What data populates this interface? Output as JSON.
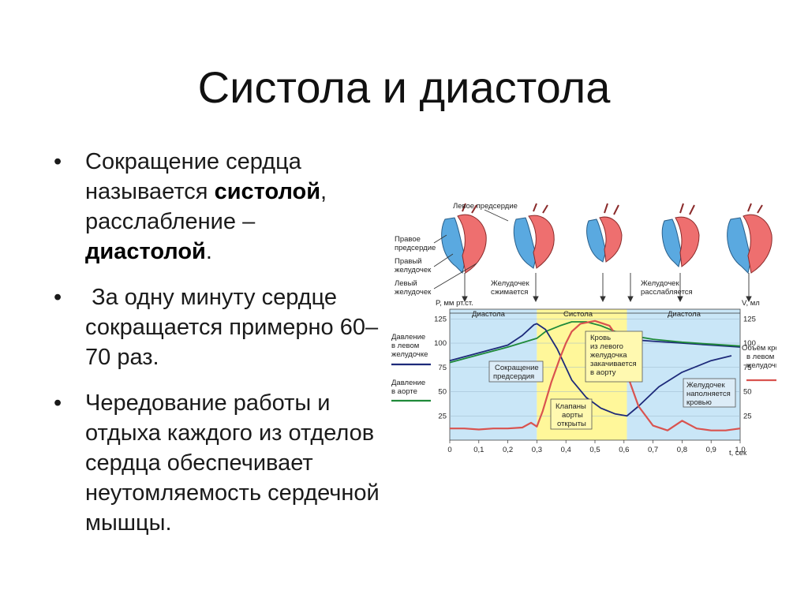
{
  "slide": {
    "title": "Систола и диастола",
    "bullets": [
      {
        "pre": "Сокращение сердца называется ",
        "b1": "систолой",
        "mid": ", расслабление – ",
        "b2": "диастолой",
        "post": "."
      },
      {
        "text": " За одну минуту сердце сокращается примерно 60–70 раз."
      },
      {
        "text": "Чередование работы и отдыха каждого из отделов сердца обеспечивает неутомляемость сердечной мышцы."
      }
    ],
    "bullet_glyph": "•"
  },
  "figure": {
    "top_labels": {
      "left_atrium": "Левое предсердие",
      "right_atrium": [
        "Правое",
        "предсердие"
      ],
      "right_ventricle": [
        "Правый",
        "желудочек"
      ],
      "left_ventricle": [
        "Левый",
        "желудочек"
      ],
      "ventricle_contracts": [
        "Желудочек",
        "сжимается"
      ],
      "ventricle_relaxes": [
        "Желудочек",
        "расслабляется"
      ]
    },
    "left_axis_label": "P, мм рт.ст.",
    "right_axis_label": "V, мл",
    "x_axis_label": "t, сек",
    "phase_labels": [
      "Диастола",
      "Систола",
      "Диастола"
    ],
    "left_legend": {
      "lv_pressure": [
        "Давление",
        "в левом",
        "желудочке"
      ],
      "aortic_pressure": [
        "Давление",
        "в аорте"
      ]
    },
    "right_legend": {
      "lv_volume": [
        "Объём крови",
        "в левом",
        "желудочке"
      ]
    },
    "annotations": {
      "atrial_contraction": [
        "Сокращение",
        "предсердия"
      ],
      "valves_open": [
        "Клапаны",
        "аорты",
        "открыты"
      ],
      "ejection": [
        "Кровь",
        "из левого",
        "желудочка",
        "закачивается",
        "в аорту"
      ],
      "filling": [
        "Желудочек",
        "наполняется",
        "кровью"
      ]
    },
    "colors": {
      "diastole_bg": "#c9e6f7",
      "systole_bg": "#fff79a",
      "lv_pressure": "#d9534f",
      "aortic_pressure": "#1f8a3a",
      "lv_volume": "#1d2a7a",
      "heart_blue": "#5aa9e0",
      "heart_red": "#ee6f6f"
    }
  },
  "chart_data": {
    "type": "line",
    "x_ticks": [
      "0",
      "0,1",
      "0,2",
      "0,3",
      "0,4",
      "0,5",
      "0,6",
      "0,7",
      "0,8",
      "0,9",
      "1,0"
    ],
    "y_ticks_left": [
      "25",
      "50",
      "75",
      "100",
      "125"
    ],
    "y_ticks_right": [
      "25",
      "50",
      "75",
      "100",
      "125"
    ],
    "xlim": [
      0,
      1.0
    ],
    "ylim": [
      0,
      135
    ],
    "phases": [
      {
        "start": 0.0,
        "end": 0.3
      },
      {
        "start": 0.3,
        "end": 0.61
      },
      {
        "start": 0.61,
        "end": 1.0
      }
    ],
    "series": [
      {
        "key": "lv_pressure",
        "x": [
          0,
          0.05,
          0.1,
          0.15,
          0.2,
          0.25,
          0.28,
          0.3,
          0.32,
          0.35,
          0.38,
          0.4,
          0.42,
          0.45,
          0.5,
          0.55,
          0.58,
          0.6,
          0.62,
          0.65,
          0.7,
          0.75,
          0.8,
          0.85,
          0.9,
          0.95,
          1.0
        ],
        "y": [
          12,
          12,
          11,
          12,
          12,
          13,
          18,
          14,
          30,
          60,
          85,
          100,
          112,
          120,
          123,
          118,
          105,
          85,
          60,
          35,
          15,
          10,
          20,
          12,
          10,
          10,
          12
        ]
      },
      {
        "key": "aortic_pressure",
        "x": [
          0,
          0.1,
          0.2,
          0.3,
          0.33,
          0.38,
          0.42,
          0.47,
          0.52,
          0.57,
          0.62,
          0.7,
          0.8,
          0.9,
          1.0
        ],
        "y": [
          80,
          88,
          96,
          105,
          112,
          118,
          122,
          122,
          118,
          112,
          108,
          104,
          101,
          99,
          97
        ]
      },
      {
        "key": "lv_volume",
        "x": [
          0,
          0.2,
          0.25,
          0.29,
          0.3,
          0.33,
          0.37,
          0.42,
          0.47,
          0.52,
          0.57,
          0.61,
          0.65,
          0.72,
          0.8,
          0.9,
          0.97
        ],
        "y": [
          82,
          98,
          108,
          119,
          120,
          114,
          94,
          62,
          44,
          33,
          27,
          25,
          35,
          55,
          70,
          82,
          87
        ]
      },
      {
        "key": "volume_right",
        "x": [
          0.61,
          0.7,
          0.8,
          0.9,
          1.0
        ],
        "y": [
          104,
          102,
          100,
          98,
          96
        ]
      }
    ]
  }
}
